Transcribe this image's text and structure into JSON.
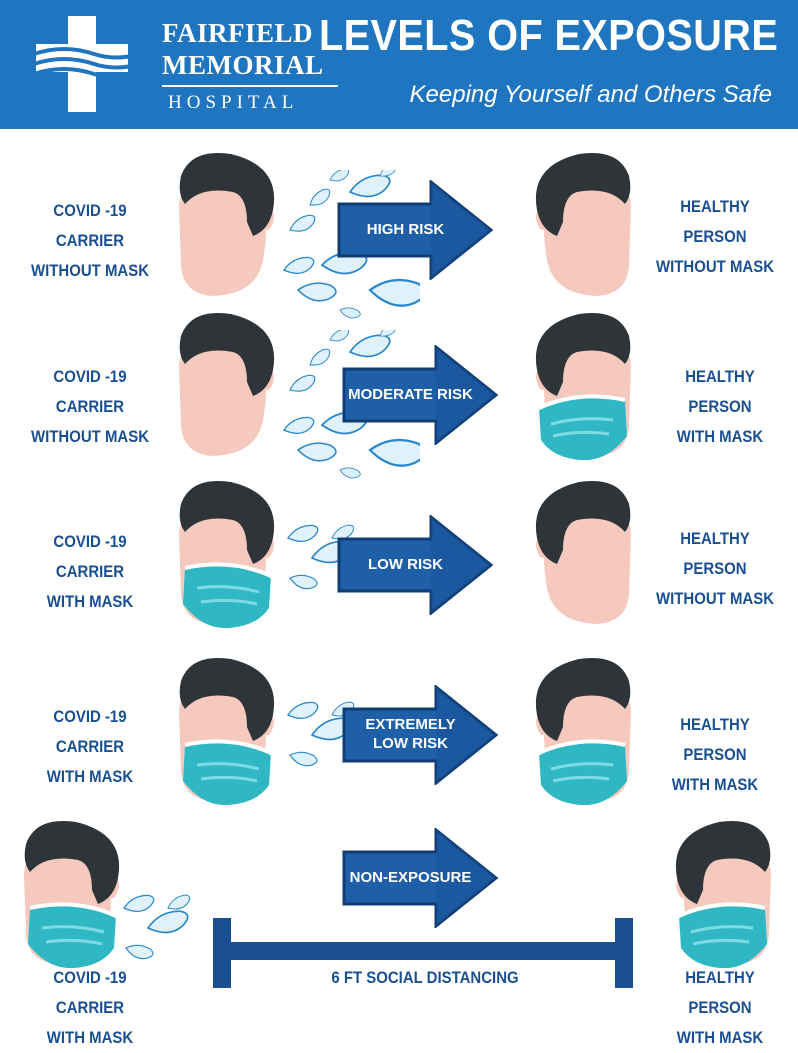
{
  "header": {
    "logo": {
      "line1": "FAIRFIELD",
      "line2": "MEMORIAL",
      "line3": "HOSPITAL"
    },
    "title": "LEVELS OF EXPOSURE",
    "subtitle": "Keeping Yourself and Others Safe"
  },
  "rows": [
    {
      "left": [
        "COVID -19 CARRIER",
        "WITHOUT MASK"
      ],
      "risk": [
        "HIGH RISK"
      ],
      "right": [
        "HEALTHY PERSON",
        "WITHOUT MASK"
      ]
    },
    {
      "left": [
        "COVID -19 CARRIER",
        "WITHOUT MASK"
      ],
      "risk": [
        "MODERATE RISK"
      ],
      "right": [
        "HEALTHY PERSON",
        "WITH MASK"
      ]
    },
    {
      "left": [
        "COVID -19 CARRIER",
        "WITH MASK"
      ],
      "risk": [
        "LOW RISK"
      ],
      "right": [
        "HEALTHY PERSON",
        "WITHOUT MASK"
      ]
    },
    {
      "left": [
        "COVID -19 CARRIER",
        "WITH MASK"
      ],
      "risk": [
        "EXTREMELY",
        "LOW RISK"
      ],
      "right": [
        "HEALTHY PERSON",
        "WITH MASK"
      ]
    },
    {
      "left": [
        "COVID -19 CARRIER",
        "WITH MASK"
      ],
      "risk": [
        "NON-EXPOSURE"
      ],
      "right": [
        "HEALTHY PERSON",
        "WITH MASK"
      ]
    }
  ],
  "distancing": "6 FT SOCIAL DISTANCING",
  "colors": {
    "brand": "#1f75c0",
    "text": "#1a4f91",
    "arrow": "#1f5fa8",
    "hair": "#2f3439",
    "skin": "#f6c9bf",
    "mask": "#2fb7c4"
  }
}
